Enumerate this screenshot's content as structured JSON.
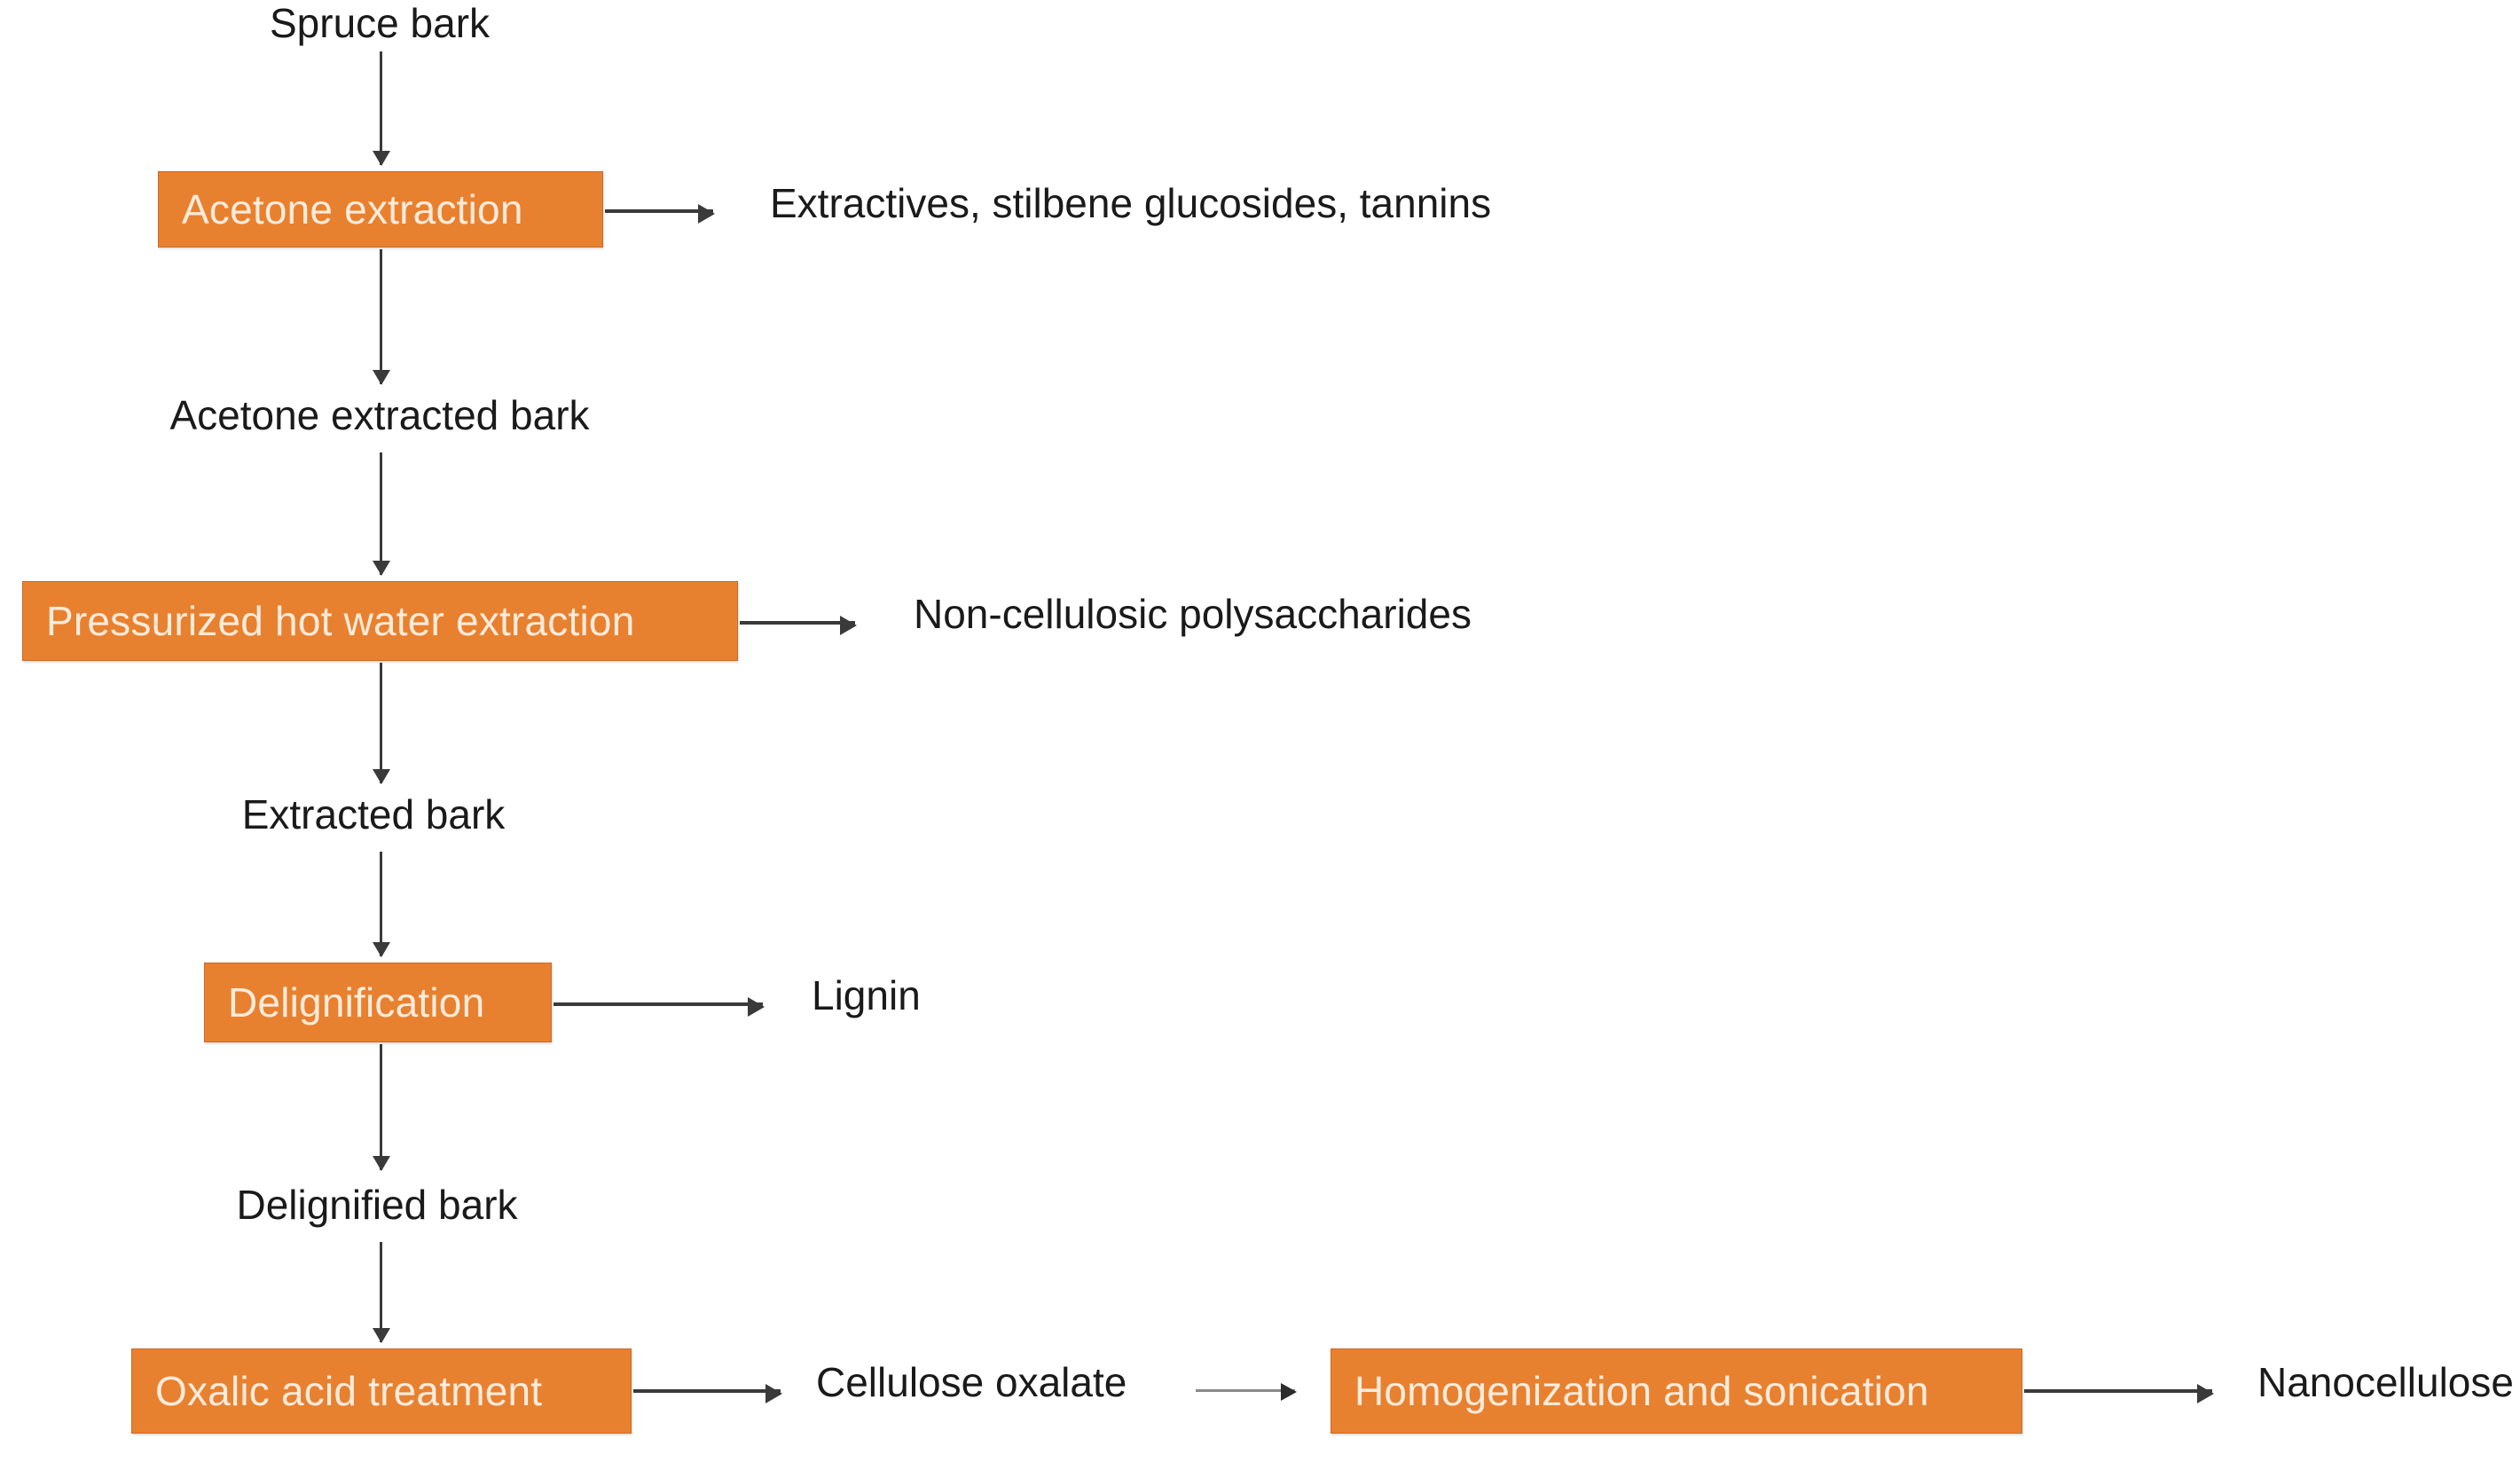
{
  "diagram": {
    "type": "process-flowchart",
    "title": "Spruce bark to nanocellulose fractionation process",
    "colors": {
      "process_box_fill": "#E8812F",
      "process_box_border": "#C9692A",
      "process_box_text": "#FDEBDC",
      "label_text": "#1A1A1A",
      "arrow": "#3A3A3A",
      "arrow_light": "#8A8A8A",
      "background": "#FFFFFF"
    },
    "start_material": "Spruce bark",
    "final_product": "Nanocellulose",
    "steps": [
      {
        "id": "acetone-extraction",
        "process": "Acetone extraction",
        "input": "Spruce bark",
        "side_output": "Extractives, stilbene glucosides, tannins",
        "output": "Acetone extracted bark"
      },
      {
        "id": "pressurized-hot-water-extraction",
        "process": "Pressurized hot water extraction",
        "input": "Acetone extracted bark",
        "side_output": "Non-cellulosic polysaccharides",
        "output": "Extracted bark"
      },
      {
        "id": "delignification",
        "process": "Delignification",
        "input": "Extracted bark",
        "side_output": "Lignin",
        "output": "Delignified bark"
      },
      {
        "id": "oxalic-acid-treatment",
        "process": "Oxalic acid treatment",
        "input": "Delignified bark",
        "side_output": null,
        "output": "Cellulose oxalate"
      },
      {
        "id": "homogenization-and-sonication",
        "process": "Homogenization and sonication",
        "input": "Cellulose oxalate",
        "side_output": null,
        "output": "Nanocellulose"
      }
    ],
    "labels": {
      "spruce_bark": "Spruce bark",
      "acetone_extraction": "Acetone extraction",
      "extractives_stilbene_tannins": "Extractives, stilbene glucosides, tannins",
      "acetone_extracted_bark": "Acetone extracted bark",
      "pressurized_hot_water_extraction": "Pressurized hot water extraction",
      "non_cellulosic_polysaccharides": "Non-cellulosic polysaccharides",
      "extracted_bark": "Extracted bark",
      "delignification": "Delignification",
      "lignin": "Lignin",
      "delignified_bark": "Delignified bark",
      "oxalic_acid_treatment": "Oxalic acid treatment",
      "cellulose_oxalate": "Cellulose oxalate",
      "homogenization_and_sonication": "Homogenization and sonication",
      "nanocellulose": "Nanocellulose"
    }
  }
}
